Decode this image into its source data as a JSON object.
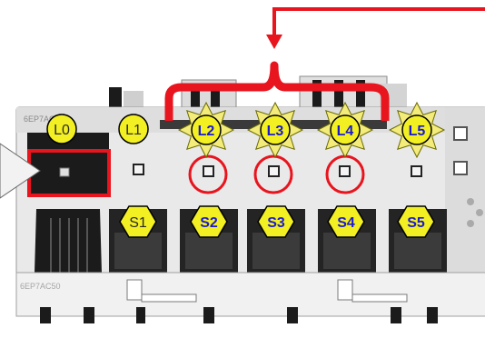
{
  "leds": [
    {
      "id": "L0",
      "style": "plain"
    },
    {
      "id": "L1",
      "style": "plain"
    },
    {
      "id": "L2",
      "style": "glow"
    },
    {
      "id": "L3",
      "style": "glow"
    },
    {
      "id": "L4",
      "style": "glow"
    },
    {
      "id": "L5",
      "style": "glow"
    }
  ],
  "switches": [
    {
      "id": "S1",
      "style": "plain"
    },
    {
      "id": "S2",
      "style": "accent"
    },
    {
      "id": "S3",
      "style": "accent"
    },
    {
      "id": "S4",
      "style": "accent"
    },
    {
      "id": "S5",
      "style": "accent"
    }
  ],
  "device_markings": {
    "top_left": "6EP7AC",
    "side": "6EP7AC50"
  },
  "colors": {
    "highlight_red": "#e8141e",
    "badge_yellow": "#f2ef23",
    "badge_outline": "#000000",
    "plain_text": "#2a2a2a",
    "accent_text": "#1a1ad2",
    "glow_rays": "#f4ec7a",
    "device_body": "#e9e9e9",
    "device_dark": "#1b1b1b",
    "pointer_fill": "#f2f2f2"
  },
  "icons": {
    "pointer": "triangle-pointer-right-icon",
    "arrow": "arrow-down-icon",
    "brace": "curly-brace-icon"
  }
}
